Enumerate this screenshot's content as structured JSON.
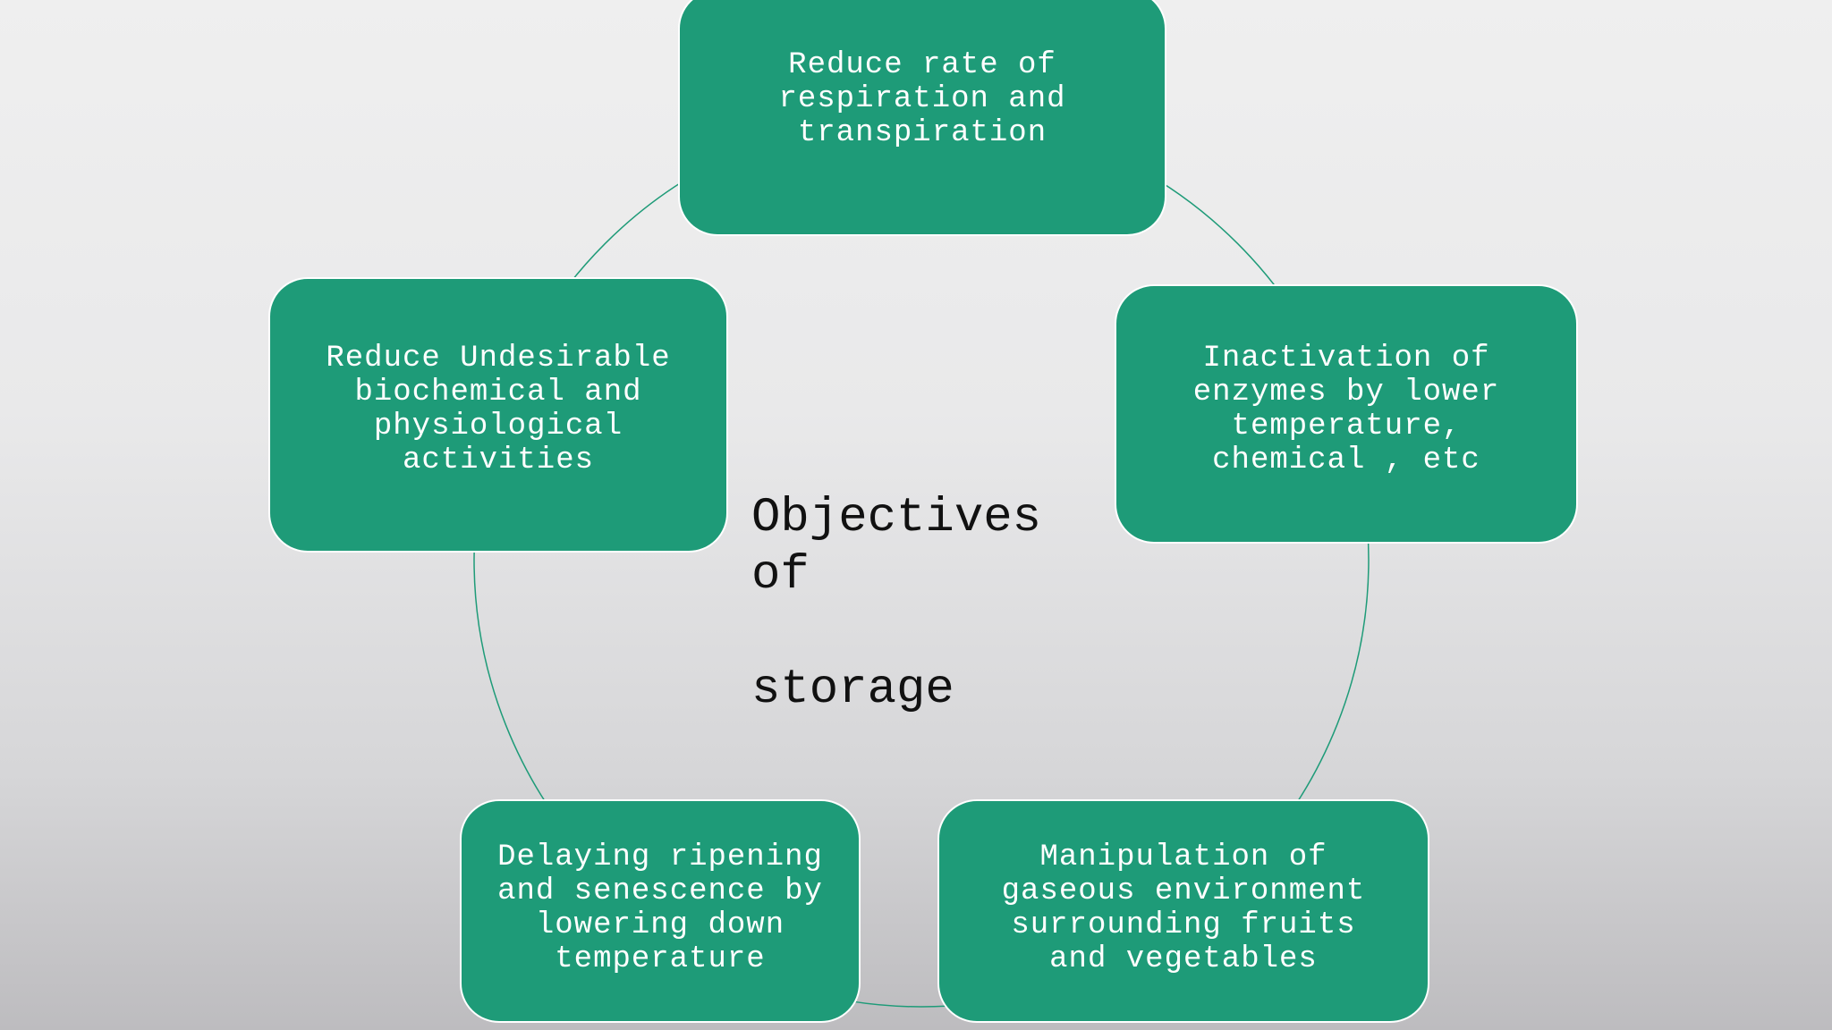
{
  "diagram": {
    "center_title": "Objectives\nof\n\nstorage",
    "nodes": [
      {
        "id": "top",
        "text": "Reduce rate of\nrespiration and\ntranspiration"
      },
      {
        "id": "right",
        "text": "Inactivation of\nenzymes by lower\ntemperature,\nchemical , etc"
      },
      {
        "id": "bottom-right",
        "text": "Manipulation of\ngaseous environment\nsurrounding fruits\nand vegetables"
      },
      {
        "id": "bottom-left",
        "text": "Delaying ripening\nand senescence by\nlowering down\ntemperature"
      },
      {
        "id": "left",
        "text": "Reduce Undesirable\nbiochemical and\nphysiological\nactivities"
      }
    ],
    "colors": {
      "node_fill": "#1e9b78",
      "node_border": "#ffffff",
      "connector": "#1e9b78",
      "title_text": "#111111"
    }
  }
}
